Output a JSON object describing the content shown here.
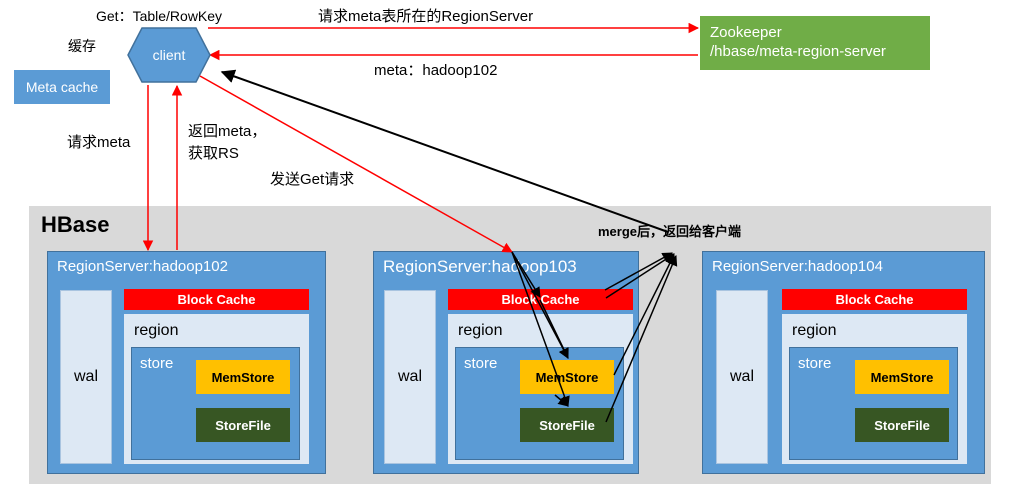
{
  "client": {
    "label": "client"
  },
  "cache": {
    "label": "缓存",
    "box": "Meta cache"
  },
  "zookeeper": {
    "line1": "Zookeeper",
    "line2": "/hbase/meta-region-server"
  },
  "flows": {
    "get_rowkey": "Get：Table/RowKey",
    "request_meta_rs": "请求meta表所在的RegionServer",
    "meta_reply": "meta：hadoop102",
    "request_meta": "请求meta",
    "return_meta_1": "返回meta，",
    "return_meta_2": "获取RS",
    "send_get": "发送Get请求",
    "merge_return": "merge后，返回给客户端"
  },
  "hbase": {
    "title": "HBase",
    "servers": [
      {
        "name": "RegionServer:hadoop102",
        "wal": "wal",
        "block_cache": "Block Cache",
        "region": "region",
        "store": "store",
        "memstore": "MemStore",
        "storefile": "StoreFile"
      },
      {
        "name": "RegionServer:hadoop103",
        "wal": "wal",
        "block_cache": "Block Cache",
        "region": "region",
        "store": "store",
        "memstore": "MemStore",
        "storefile": "StoreFile"
      },
      {
        "name": "RegionServer:hadoop104",
        "wal": "wal",
        "block_cache": "Block Cache",
        "region": "region",
        "store": "store",
        "memstore": "MemStore",
        "storefile": "StoreFile"
      }
    ]
  },
  "colors": {
    "region_server": "#5b9bd5",
    "block_cache": "#ff0000",
    "memstore": "#ffc000",
    "storefile": "#375623",
    "zookeeper": "#70ad47",
    "request_arrow": "#ff0000",
    "response_arrow": "#000000"
  }
}
